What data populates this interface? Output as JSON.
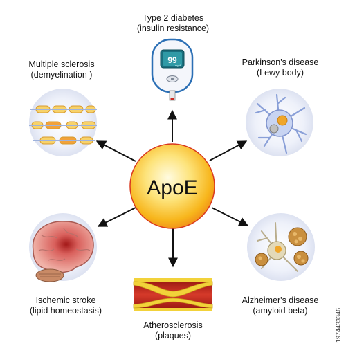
{
  "center_label": "ApoE",
  "conditions": [
    {
      "id": "diabetes",
      "line1": "Type 2 diabetes",
      "line2": "(insulin resistance)",
      "glucometer_reading": "99",
      "glucometer_unit": "mg/dl"
    },
    {
      "id": "parkinsons",
      "line1": "Parkinson's disease",
      "line2": "(Lewy body)"
    },
    {
      "id": "alzheimers",
      "line1": "Alzheimer's disease",
      "line2": "(amyloid beta)"
    },
    {
      "id": "atherosclerosis",
      "line1": "Atherosclerosis",
      "line2": "(plaques)"
    },
    {
      "id": "stroke",
      "line1": "Ischemic stroke",
      "line2": "(lipid homeostasis)"
    },
    {
      "id": "ms",
      "line1": "Multiple sclerosis",
      "line2": "(demyelination )"
    }
  ],
  "watermark": "1974433346",
  "colors": {
    "core": "#f9c11e",
    "core_edge": "#d9381e",
    "arrow": "#111111",
    "circle": "#e5e9f5",
    "plaque": "#f2d23a",
    "vessel": "#c9241c"
  }
}
